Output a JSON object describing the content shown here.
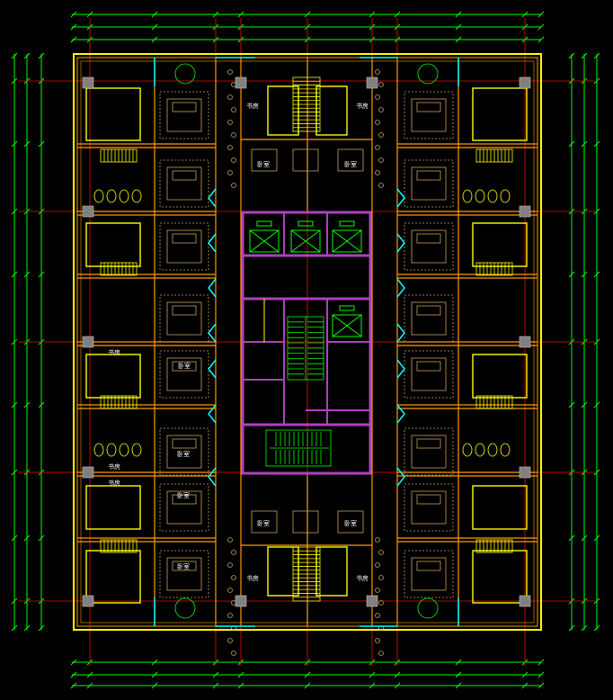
{
  "drawing": {
    "background": "#000000",
    "colors": {
      "dimension": "#00ff00",
      "axis": "#ff0000",
      "wall": "#ffff00",
      "wall_orange": "#ff9900",
      "furniture": "#c8a060",
      "core": "#b040c0",
      "glass": "#00ffff",
      "column": "#808080",
      "text": "#ffffff"
    },
    "room_labels": {
      "study": "书房",
      "bedroom": "卧室",
      "reading": "书房"
    }
  }
}
